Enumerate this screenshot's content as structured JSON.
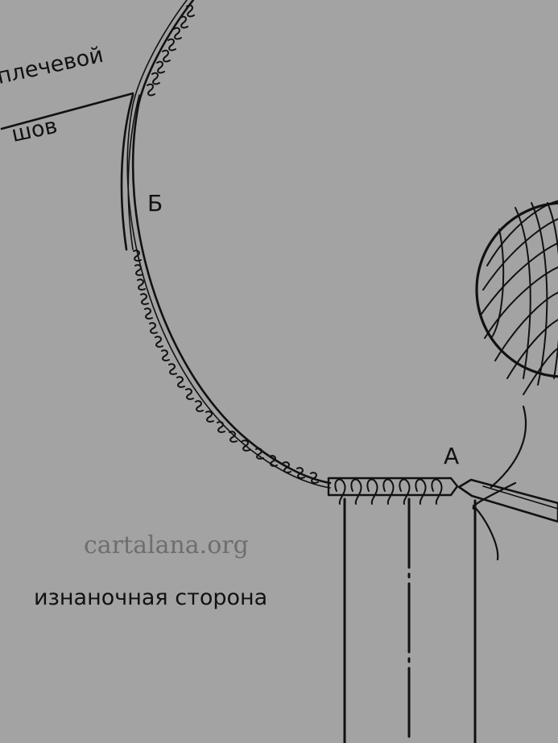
{
  "labels": {
    "shoulder_seam_line1": "плечевой",
    "shoulder_seam_line2": "шов",
    "point_b": "Б",
    "point_a": "А",
    "watermark": "cartalana.org",
    "wrong_side": "изнаночная сторона"
  },
  "colors": {
    "background": "#a3a3a3",
    "line": "#111111",
    "watermark": "#6e6e6e"
  }
}
